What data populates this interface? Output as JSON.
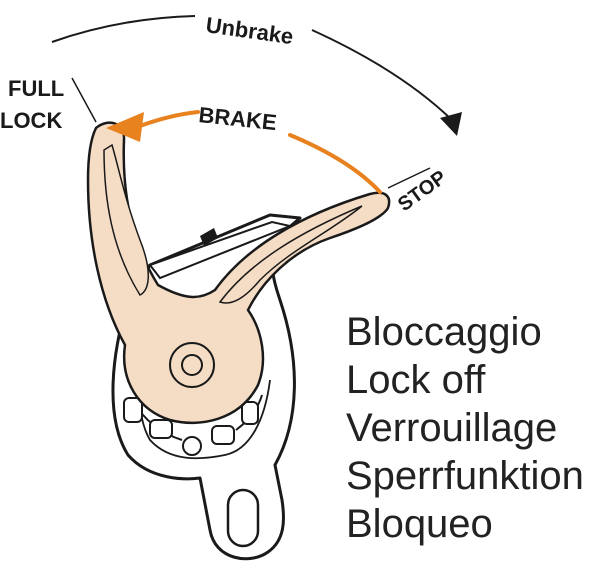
{
  "labels": {
    "unbrake": "Unbrake",
    "full": "FULL",
    "lock": "LOCK",
    "brake": "BRAKE",
    "stop": "STOP"
  },
  "languages": [
    "Bloccaggio",
    "Lock off",
    "Verrouillage",
    "Sperrfunktion",
    "Bloqueo"
  ],
  "colors": {
    "outline": "#1a1a1a",
    "handle_fill": "#f5dcc4",
    "brake_arrow": "#e8821e"
  }
}
